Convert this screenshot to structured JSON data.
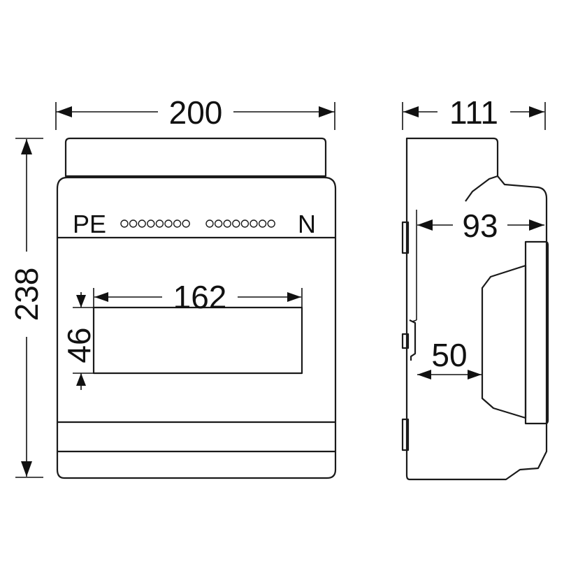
{
  "dimensions": {
    "width": "200",
    "height": "238",
    "depth": "111",
    "inner_depth": "93",
    "module_depth": "50",
    "window_width": "162",
    "window_height": "46"
  },
  "labels": {
    "pe": "PE",
    "n": "N"
  },
  "terminals": {
    "left_count": 8,
    "right_count": 8
  },
  "colors": {
    "line": "#1a1a1a",
    "fill": "#eeeeee",
    "background": "#ffffff"
  }
}
